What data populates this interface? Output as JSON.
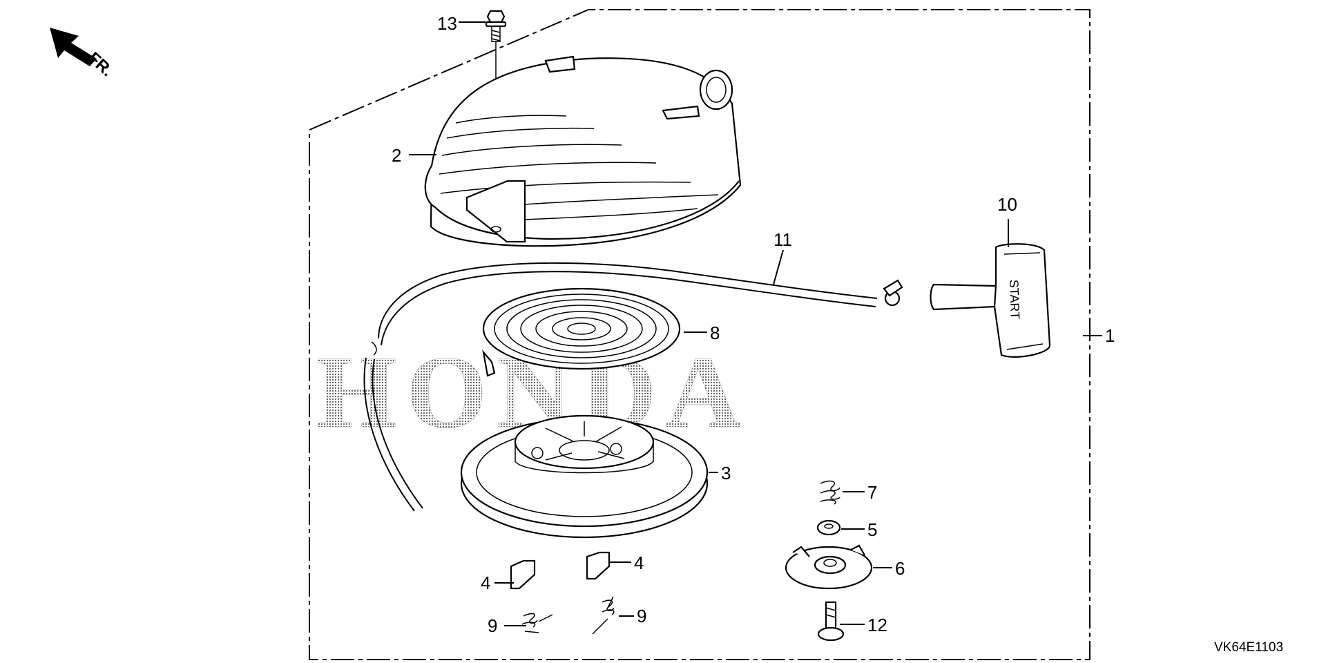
{
  "diagram": {
    "direction_label": "FR.",
    "watermark": "HONDA",
    "drawing_code": "VK64E1103",
    "handle_text": "START",
    "callouts": {
      "c1": "1",
      "c2": "2",
      "c3": "3",
      "c4a": "4",
      "c4b": "4",
      "c5": "5",
      "c6": "6",
      "c7": "7",
      "c8": "8",
      "c9a": "9",
      "c9b": "9",
      "c10": "10",
      "c11": "11",
      "c12": "12",
      "c13": "13"
    }
  },
  "icons": [
    "arrow-icon"
  ]
}
